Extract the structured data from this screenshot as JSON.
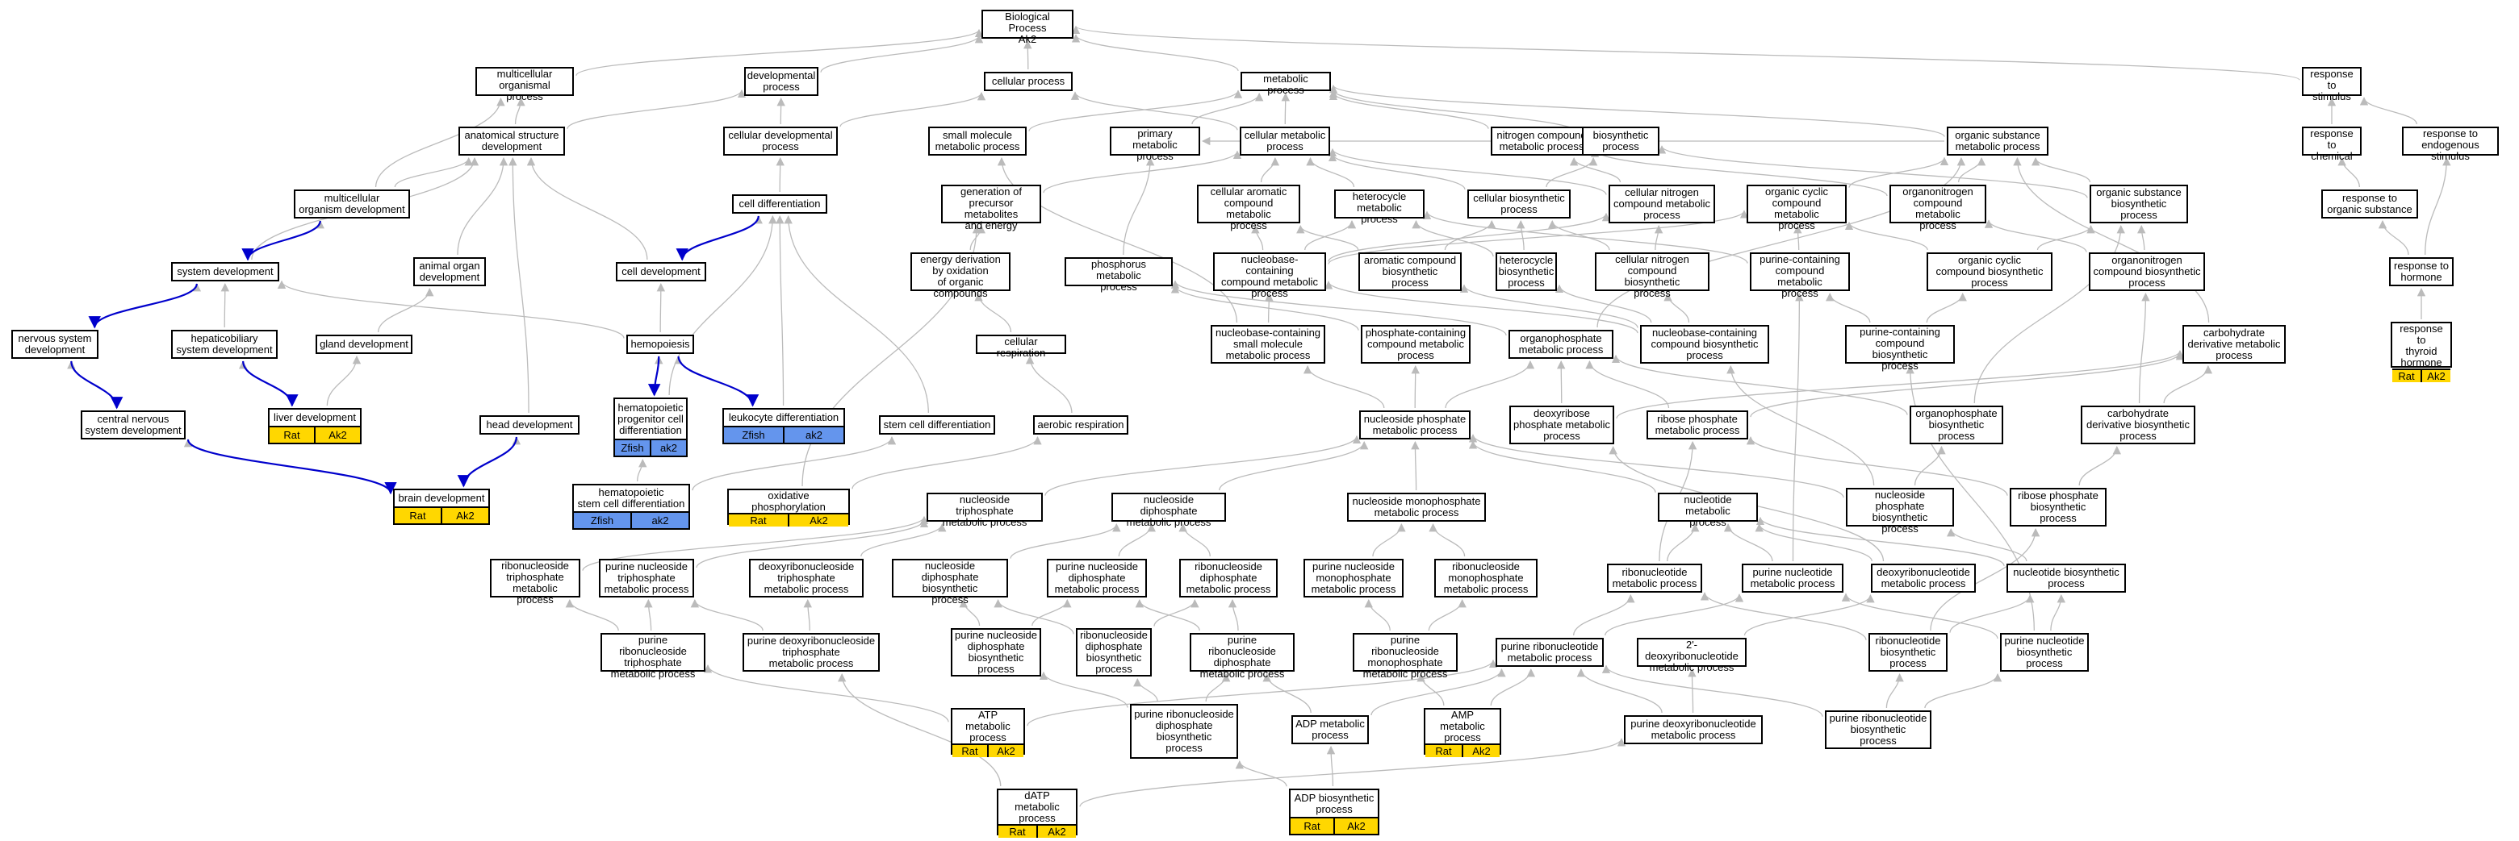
{
  "colors": {
    "edge": "#bbbbbb",
    "highlight_edge": "#0000cc",
    "rat_tag": "#ffd700",
    "fish_tag": "#6495ed"
  },
  "nodes": [
    {
      "id": "bp",
      "label": "Biological Process\nAk2"
    },
    {
      "id": "mcop",
      "label": "multicellular\norganismal process"
    },
    {
      "id": "devp",
      "label": "developmental\nprocess"
    },
    {
      "id": "cellp",
      "label": "cellular process"
    },
    {
      "id": "metp",
      "label": "metabolic process"
    },
    {
      "id": "rts",
      "label": "response to\nstimulus"
    },
    {
      "id": "asd",
      "label": "anatomical structure\ndevelopment"
    },
    {
      "id": "cdp",
      "label": "cellular developmental\nprocess"
    },
    {
      "id": "smmp",
      "label": "small molecule\nmetabolic process"
    },
    {
      "id": "pmp",
      "label": "primary metabolic\nprocess"
    },
    {
      "id": "cmp",
      "label": "cellular metabolic\nprocess"
    },
    {
      "id": "ncmp",
      "label": "nitrogen compound\nmetabolic process"
    },
    {
      "id": "biosp",
      "label": "biosynthetic\nprocess"
    },
    {
      "id": "osmp",
      "label": "organic substance\nmetabolic process"
    },
    {
      "id": "rtc",
      "label": "response to\nchemical"
    },
    {
      "id": "rtes",
      "label": "response to\nendogenous stimulus"
    },
    {
      "id": "mod",
      "label": "multicellular\norganism development"
    },
    {
      "id": "celldiff",
      "label": "cell differentiation"
    },
    {
      "id": "gpm",
      "label": "generation of\nprecursor metabolites\nand energy"
    },
    {
      "id": "cacmp",
      "label": "cellular aromatic\ncompound metabolic\nprocess"
    },
    {
      "id": "hcmp",
      "label": "heterocycle\nmetabolic process"
    },
    {
      "id": "cbp",
      "label": "cellular biosynthetic\nprocess"
    },
    {
      "id": "cncmp",
      "label": "cellular nitrogen\ncompound metabolic\nprocess"
    },
    {
      "id": "occmp",
      "label": "organic cyclic\ncompound metabolic\nprocess"
    },
    {
      "id": "onmp",
      "label": "organonitrogen\ncompound metabolic\nprocess"
    },
    {
      "id": "osbp",
      "label": "organic substance\nbiosynthetic\nprocess"
    },
    {
      "id": "rtos",
      "label": "response to\norganic substance"
    },
    {
      "id": "sysdev",
      "label": "system development"
    },
    {
      "id": "aod",
      "label": "animal organ\ndevelopment"
    },
    {
      "id": "celldev",
      "label": "cell development"
    },
    {
      "id": "ede",
      "label": "energy derivation\nby oxidation\nof organic compounds"
    },
    {
      "id": "phosmp",
      "label": "phosphorus metabolic\nprocess"
    },
    {
      "id": "nccmp",
      "label": "nucleobase-containing\ncompound metabolic\nprocess"
    },
    {
      "id": "acbp",
      "label": "aromatic compound\nbiosynthetic\nprocess"
    },
    {
      "id": "hbp",
      "label": "heterocycle\nbiosynthetic\nprocess"
    },
    {
      "id": "cncbp",
      "label": "cellular nitrogen\ncompound biosynthetic\nprocess"
    },
    {
      "id": "pccmp",
      "label": "purine-containing\ncompound metabolic\nprocess"
    },
    {
      "id": "occbp",
      "label": "organic cyclic\ncompound biosynthetic\nprocess"
    },
    {
      "id": "oncbp",
      "label": "organonitrogen\ncompound biosynthetic\nprocess"
    },
    {
      "id": "rth",
      "label": "response to\nhormone"
    },
    {
      "id": "nsd",
      "label": "nervous system\ndevelopment"
    },
    {
      "id": "hbsd",
      "label": "hepaticobiliary\nsystem development"
    },
    {
      "id": "glandd",
      "label": "gland development"
    },
    {
      "id": "hemo",
      "label": "hemopoiesis"
    },
    {
      "id": "cresp",
      "label": "cellular respiration"
    },
    {
      "id": "ncsmmp",
      "label": "nucleobase-containing\nsmall molecule\nmetabolic process"
    },
    {
      "id": "pcmp",
      "label": "phosphate-containing\ncompound metabolic\nprocess"
    },
    {
      "id": "opmp",
      "label": "organophosphate\nmetabolic process"
    },
    {
      "id": "nccbp",
      "label": "nucleobase-containing\ncompound biosynthetic\nprocess"
    },
    {
      "id": "pccbp",
      "label": "purine-containing\ncompound biosynthetic\nprocess"
    },
    {
      "id": "cdmp",
      "label": "carbohydrate\nderivative metabolic\nprocess"
    },
    {
      "id": "rtth",
      "label": "response to\nthyroid hormone",
      "tags": [
        "Rat",
        "Ak2"
      ],
      "tagColor": "#ffd700"
    },
    {
      "id": "cnsd",
      "label": "central nervous\nsystem development"
    },
    {
      "id": "liverd",
      "label": "liver development",
      "tags": [
        "Rat",
        "Ak2"
      ],
      "tagColor": "#ffd700"
    },
    {
      "id": "headd",
      "label": "head development"
    },
    {
      "id": "hpcd",
      "label": "hematopoietic\nprogenitor cell\ndifferentiation",
      "tags": [
        "Zfish",
        "ak2"
      ],
      "tagColor": "#6495ed"
    },
    {
      "id": "leukd",
      "label": "leukocyte differentiation",
      "tags": [
        "Zfish",
        "ak2"
      ],
      "tagColor": "#6495ed"
    },
    {
      "id": "scd",
      "label": "stem cell differentiation"
    },
    {
      "id": "aresp",
      "label": "aerobic respiration"
    },
    {
      "id": "npmp",
      "label": "nucleoside phosphate\nmetabolic process"
    },
    {
      "id": "drpmp",
      "label": "deoxyribose\nphosphate metabolic\nprocess"
    },
    {
      "id": "rpmp",
      "label": "ribose phosphate\nmetabolic process"
    },
    {
      "id": "opbp",
      "label": "organophosphate\nbiosynthetic\nprocess"
    },
    {
      "id": "cdbp",
      "label": "carbohydrate\nderivative biosynthetic\nprocess"
    },
    {
      "id": "brain",
      "label": "brain development",
      "tags": [
        "Rat",
        "Ak2"
      ],
      "tagColor": "#ffd700"
    },
    {
      "id": "hscd",
      "label": "hematopoietic\nstem cell differentiation",
      "tags": [
        "Zfish",
        "ak2"
      ],
      "tagColor": "#6495ed"
    },
    {
      "id": "oxphos",
      "label": "oxidative phosphorylation",
      "tags": [
        "Rat",
        "Ak2"
      ],
      "tagColor": "#ffd700"
    },
    {
      "id": "ntpmp",
      "label": "nucleoside triphosphate\nmetabolic process"
    },
    {
      "id": "ndpmp",
      "label": "nucleoside diphosphate\nmetabolic process"
    },
    {
      "id": "nmpmp",
      "label": "nucleoside monophosphate\nmetabolic process"
    },
    {
      "id": "nucmp",
      "label": "nucleotide metabolic\nprocess"
    },
    {
      "id": "npbp",
      "label": "nucleoside phosphate\nbiosynthetic\nprocess"
    },
    {
      "id": "rpbp",
      "label": "ribose phosphate\nbiosynthetic\nprocess"
    },
    {
      "id": "rntpmp",
      "label": "ribonucleoside\ntriphosphate\nmetabolic process"
    },
    {
      "id": "pntpmp",
      "label": "purine nucleoside\ntriphosphate\nmetabolic process"
    },
    {
      "id": "dntpmp",
      "label": "deoxyribonucleoside\ntriphosphate\nmetabolic process"
    },
    {
      "id": "ndpbp",
      "label": "nucleoside diphosphate\nbiosynthetic\nprocess"
    },
    {
      "id": "pndpmp",
      "label": "purine nucleoside\ndiphosphate\nmetabolic process"
    },
    {
      "id": "rndpmp",
      "label": "ribonucleoside\ndiphosphate\nmetabolic process"
    },
    {
      "id": "pnmpmp",
      "label": "purine nucleoside\nmonophosphate\nmetabolic process"
    },
    {
      "id": "rnmpmp",
      "label": "ribonucleoside\nmonophosphate\nmetabolic process"
    },
    {
      "id": "rnucmp",
      "label": "ribonucleotide\nmetabolic process"
    },
    {
      "id": "pnucmp",
      "label": "purine nucleotide\nmetabolic process"
    },
    {
      "id": "dnucmp",
      "label": "deoxyribonucleotide\nmetabolic process"
    },
    {
      "id": "nucbp",
      "label": "nucleotide biosynthetic\nprocess"
    },
    {
      "id": "prntpmp",
      "label": "purine ribonucleoside\ntriphosphate\nmetabolic process"
    },
    {
      "id": "pdrntpmp",
      "label": "purine deoxyribonucleoside\ntriphosphate\nmetabolic process"
    },
    {
      "id": "pndpbp",
      "label": "purine nucleoside\ndiphosphate\nbiosynthetic\nprocess"
    },
    {
      "id": "rndpbp",
      "label": "ribonucleoside\ndiphosphate\nbiosynthetic\nprocess"
    },
    {
      "id": "prndpmp",
      "label": "purine ribonucleoside\ndiphosphate\nmetabolic process"
    },
    {
      "id": "prnmpmp",
      "label": "purine ribonucleoside\nmonophosphate\nmetabolic process"
    },
    {
      "id": "prnucmp",
      "label": "purine ribonucleotide\nmetabolic process"
    },
    {
      "id": "ddnucmp",
      "label": "2'-deoxyribonucleotide\nmetabolic process"
    },
    {
      "id": "rnucbp",
      "label": "ribonucleotide\nbiosynthetic\nprocess"
    },
    {
      "id": "pnucbp",
      "label": "purine nucleotide\nbiosynthetic\nprocess"
    },
    {
      "id": "atp",
      "label": "ATP metabolic\nprocess",
      "tags": [
        "Rat",
        "Ak2"
      ],
      "tagColor": "#ffd700"
    },
    {
      "id": "prndpbp",
      "label": "purine ribonucleoside\ndiphosphate\nbiosynthetic\nprocess"
    },
    {
      "id": "adpmp",
      "label": "ADP metabolic\nprocess"
    },
    {
      "id": "amp",
      "label": "AMP metabolic\nprocess",
      "tags": [
        "Rat",
        "Ak2"
      ],
      "tagColor": "#ffd700"
    },
    {
      "id": "pdrnmp",
      "label": "purine deoxyribonucleotide\nmetabolic process"
    },
    {
      "id": "prnbp",
      "label": "purine ribonucleotide\nbiosynthetic\nprocess"
    },
    {
      "id": "datp",
      "label": "dATP metabolic\nprocess",
      "tags": [
        "Rat",
        "Ak2"
      ],
      "tagColor": "#ffd700"
    },
    {
      "id": "adpbp",
      "label": "ADP biosynthetic\nprocess",
      "tags": [
        "Rat",
        "Ak2"
      ],
      "tagColor": "#ffd700"
    }
  ],
  "edges": [
    [
      "mcop",
      "bp"
    ],
    [
      "devp",
      "bp"
    ],
    [
      "cellp",
      "bp"
    ],
    [
      "metp",
      "bp"
    ],
    [
      "rts",
      "bp"
    ],
    [
      "asd",
      "devp"
    ],
    [
      "asd",
      "mcop"
    ],
    [
      "cdp",
      "devp"
    ],
    [
      "cdp",
      "cellp"
    ],
    [
      "smmp",
      "metp"
    ],
    [
      "pmp",
      "metp"
    ],
    [
      "cmp",
      "metp"
    ],
    [
      "cmp",
      "cellp"
    ],
    [
      "ncmp",
      "metp"
    ],
    [
      "biosp",
      "metp"
    ],
    [
      "osmp",
      "metp"
    ],
    [
      "rtc",
      "rts"
    ],
    [
      "rtes",
      "rts"
    ],
    [
      "mod",
      "asd"
    ],
    [
      "mod",
      "mcop"
    ],
    [
      "celldiff",
      "cdp"
    ],
    [
      "gpm",
      "cmp"
    ],
    [
      "cacmp",
      "cmp"
    ],
    [
      "hcmp",
      "cmp"
    ],
    [
      "cbp",
      "cmp"
    ],
    [
      "cbp",
      "biosp"
    ],
    [
      "cncmp",
      "cmp"
    ],
    [
      "cncmp",
      "ncmp"
    ],
    [
      "occmp",
      "osmp"
    ],
    [
      "onmp",
      "osmp"
    ],
    [
      "onmp",
      "ncmp"
    ],
    [
      "osbp",
      "osmp"
    ],
    [
      "osbp",
      "biosp"
    ],
    [
      "osmp",
      "pmp"
    ],
    [
      "rtos",
      "rtc"
    ],
    [
      "rth",
      "rtes"
    ],
    [
      "rth",
      "rtos"
    ],
    [
      "rtth",
      "rth"
    ],
    [
      "sysdev",
      "mod"
    ],
    [
      "sysdev",
      "asd"
    ],
    [
      "aod",
      "asd"
    ],
    [
      "celldev",
      "celldiff"
    ],
    [
      "celldev",
      "asd"
    ],
    [
      "ede",
      "gpm"
    ],
    [
      "phosmp",
      "pmp"
    ],
    [
      "nccmp",
      "cacmp"
    ],
    [
      "nccmp",
      "hcmp"
    ],
    [
      "nccmp",
      "cncmp"
    ],
    [
      "nccmp",
      "occmp"
    ],
    [
      "acbp",
      "cacmp"
    ],
    [
      "acbp",
      "cbp"
    ],
    [
      "hbp",
      "hcmp"
    ],
    [
      "hbp",
      "cbp"
    ],
    [
      "cncbp",
      "cncmp"
    ],
    [
      "cncbp",
      "cbp"
    ],
    [
      "pccmp",
      "occmp"
    ],
    [
      "pccmp",
      "hcmp"
    ],
    [
      "occbp",
      "occmp"
    ],
    [
      "occbp",
      "osbp"
    ],
    [
      "oncbp",
      "onmp"
    ],
    [
      "oncbp",
      "osbp"
    ],
    [
      "nsd",
      "sysdev"
    ],
    [
      "hbsd",
      "sysdev"
    ],
    [
      "glandd",
      "aod"
    ],
    [
      "hemo",
      "celldev"
    ],
    [
      "hemo",
      "sysdev"
    ],
    [
      "cresp",
      "ede"
    ],
    [
      "ncsmmp",
      "nccmp"
    ],
    [
      "ncsmmp",
      "smmp"
    ],
    [
      "pcmp",
      "phosmp"
    ],
    [
      "opmp",
      "phosmp"
    ],
    [
      "opmp",
      "osmp"
    ],
    [
      "nccbp",
      "nccmp"
    ],
    [
      "nccbp",
      "hbp"
    ],
    [
      "nccbp",
      "acbp"
    ],
    [
      "nccbp",
      "cncbp"
    ],
    [
      "pccbp",
      "pccmp"
    ],
    [
      "pccbp",
      "occbp"
    ],
    [
      "cdmp",
      "osmp"
    ],
    [
      "cnsd",
      "nsd"
    ],
    [
      "liverd",
      "hbsd"
    ],
    [
      "liverd",
      "glandd"
    ],
    [
      "headd",
      "asd"
    ],
    [
      "hpcd",
      "hemo"
    ],
    [
      "hpcd",
      "celldiff"
    ],
    [
      "leukd",
      "hemo"
    ],
    [
      "leukd",
      "celldiff"
    ],
    [
      "scd",
      "celldiff"
    ],
    [
      "aresp",
      "cresp"
    ],
    [
      "npmp",
      "pcmp"
    ],
    [
      "npmp",
      "opmp"
    ],
    [
      "npmp",
      "ncsmmp"
    ],
    [
      "drpmp",
      "opmp"
    ],
    [
      "drpmp",
      "cdmp"
    ],
    [
      "rpmp",
      "opmp"
    ],
    [
      "rpmp",
      "cdmp"
    ],
    [
      "opbp",
      "opmp"
    ],
    [
      "opbp",
      "osbp"
    ],
    [
      "cdbp",
      "cdmp"
    ],
    [
      "cdbp",
      "oncbp"
    ],
    [
      "brain",
      "cnsd"
    ],
    [
      "brain",
      "headd"
    ],
    [
      "hscd",
      "hpcd"
    ],
    [
      "hscd",
      "scd"
    ],
    [
      "oxphos",
      "aresp"
    ],
    [
      "oxphos",
      "gpm"
    ],
    [
      "ntpmp",
      "npmp"
    ],
    [
      "ndpmp",
      "npmp"
    ],
    [
      "nmpmp",
      "npmp"
    ],
    [
      "nucmp",
      "npmp"
    ],
    [
      "npbp",
      "npmp"
    ],
    [
      "npbp",
      "opbp"
    ],
    [
      "npbp",
      "nccbp"
    ],
    [
      "rpbp",
      "rpmp"
    ],
    [
      "rpbp",
      "cdbp"
    ],
    [
      "rntpmp",
      "ntpmp"
    ],
    [
      "pntpmp",
      "ntpmp"
    ],
    [
      "dntpmp",
      "ntpmp"
    ],
    [
      "ndpbp",
      "ndpmp"
    ],
    [
      "pndpmp",
      "ndpmp"
    ],
    [
      "rndpmp",
      "ndpmp"
    ],
    [
      "pnmpmp",
      "nmpmp"
    ],
    [
      "rnmpmp",
      "nmpmp"
    ],
    [
      "rnucmp",
      "nucmp"
    ],
    [
      "rnucmp",
      "rpmp"
    ],
    [
      "pnucmp",
      "nucmp"
    ],
    [
      "pnucmp",
      "pccmp"
    ],
    [
      "dnucmp",
      "nucmp"
    ],
    [
      "dnucmp",
      "drpmp"
    ],
    [
      "nucbp",
      "nucmp"
    ],
    [
      "nucbp",
      "npbp"
    ],
    [
      "prntpmp",
      "pntpmp"
    ],
    [
      "prntpmp",
      "rntpmp"
    ],
    [
      "pdrntpmp",
      "pntpmp"
    ],
    [
      "pdrntpmp",
      "dntpmp"
    ],
    [
      "pndpbp",
      "ndpbp"
    ],
    [
      "pndpbp",
      "pndpmp"
    ],
    [
      "rndpbp",
      "ndpbp"
    ],
    [
      "rndpbp",
      "rndpmp"
    ],
    [
      "prndpmp",
      "pndpmp"
    ],
    [
      "prndpmp",
      "rndpmp"
    ],
    [
      "prnmpmp",
      "pnmpmp"
    ],
    [
      "prnmpmp",
      "rnmpmp"
    ],
    [
      "prnucmp",
      "rnucmp"
    ],
    [
      "prnucmp",
      "pnucmp"
    ],
    [
      "ddnucmp",
      "dnucmp"
    ],
    [
      "rnucbp",
      "rnucmp"
    ],
    [
      "rnucbp",
      "nucbp"
    ],
    [
      "rnucbp",
      "rpbp"
    ],
    [
      "pnucbp",
      "pnucmp"
    ],
    [
      "pnucbp",
      "nucbp"
    ],
    [
      "pnucbp",
      "pccbp"
    ],
    [
      "atp",
      "prntpmp"
    ],
    [
      "atp",
      "prnucmp"
    ],
    [
      "prndpbp",
      "pndpbp"
    ],
    [
      "prndpbp",
      "rndpbp"
    ],
    [
      "prndpbp",
      "prndpmp"
    ],
    [
      "adpmp",
      "prndpmp"
    ],
    [
      "adpmp",
      "prnucmp"
    ],
    [
      "amp",
      "prnmpmp"
    ],
    [
      "amp",
      "prnucmp"
    ],
    [
      "pdrnmp",
      "prnucmp"
    ],
    [
      "pdrnmp",
      "ddnucmp"
    ],
    [
      "prnbp",
      "prnucmp"
    ],
    [
      "prnbp",
      "rnucbp"
    ],
    [
      "prnbp",
      "pnucbp"
    ],
    [
      "datp",
      "pdrntpmp"
    ],
    [
      "datp",
      "pdrnmp"
    ],
    [
      "adpbp",
      "adpmp"
    ],
    [
      "adpbp",
      "prndpbp"
    ]
  ],
  "highlight_edges": [
    [
      "mod",
      "sysdev"
    ],
    [
      "sysdev",
      "nsd"
    ],
    [
      "nsd",
      "cnsd"
    ],
    [
      "hbsd",
      "liverd"
    ],
    [
      "cnsd",
      "brain"
    ],
    [
      "headd",
      "brain"
    ],
    [
      "celldiff",
      "celldev"
    ],
    [
      "hemo",
      "hpcd"
    ],
    [
      "hemo",
      "leukd"
    ]
  ]
}
